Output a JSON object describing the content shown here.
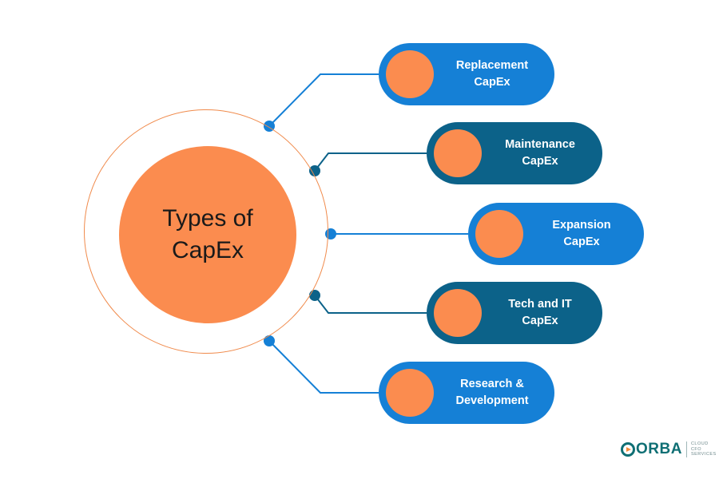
{
  "diagram": {
    "center_label": "Types of\nCapEx",
    "colors": {
      "orange": "#fb8c4f",
      "blue_light": "#1580d6",
      "blue_dark": "#0c6289",
      "ring": "#f08a4b"
    },
    "items": [
      {
        "label": "Replacement\nCapEx",
        "style": "light"
      },
      {
        "label": "Maintenance\nCapEx",
        "style": "dark"
      },
      {
        "label": "Expansion\nCapEx",
        "style": "light"
      },
      {
        "label": "Tech and IT\nCapEx",
        "style": "dark"
      },
      {
        "label": "Research &\nDevelopment",
        "style": "light"
      }
    ]
  },
  "logo": {
    "name": "ORBA",
    "tagline": "CLOUD\nCFO\nSERVICES"
  }
}
